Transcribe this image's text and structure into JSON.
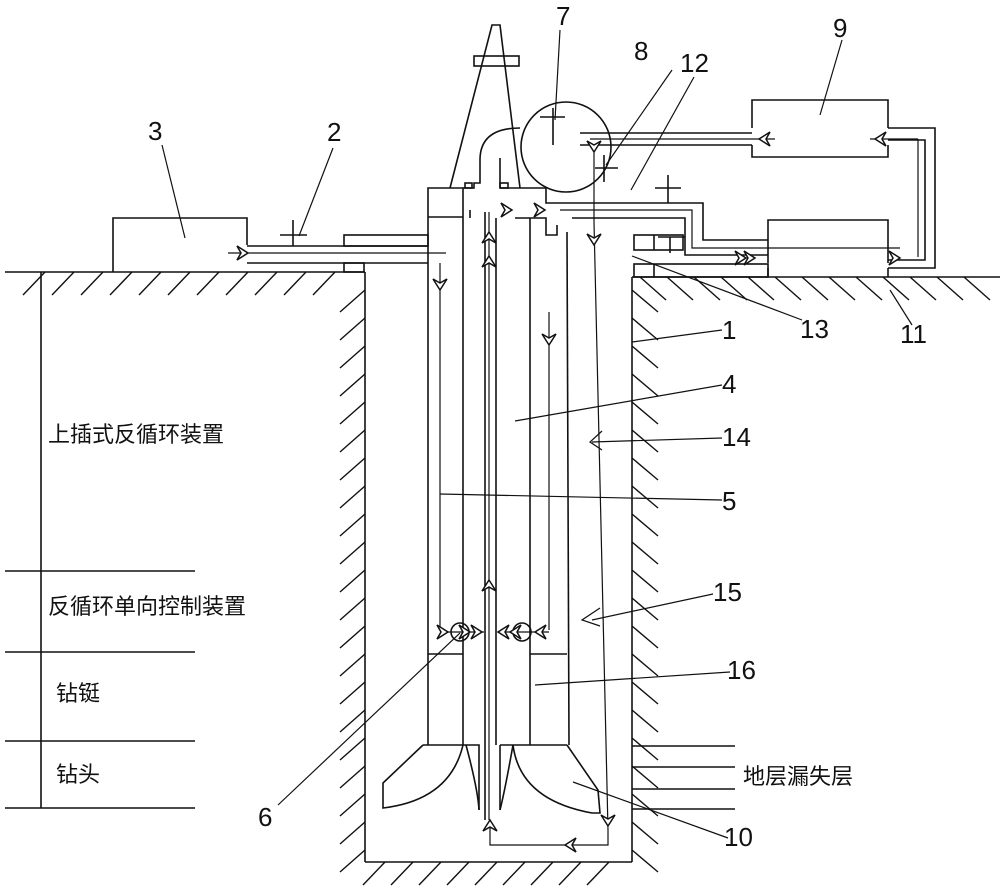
{
  "diagram": {
    "type": "reverse-circulation-drilling-system-schematic",
    "line_color": "#111111",
    "background": "#ffffff",
    "part_numbers": {
      "p1": "1",
      "p2": "2",
      "p3": "3",
      "p4": "4",
      "p5": "5",
      "p6": "6",
      "p7": "7",
      "p8": "8",
      "p9": "9",
      "p10": "10",
      "p11": "11",
      "p12": "12",
      "p13": "13",
      "p14": "14",
      "p15": "15",
      "p16": "16"
    },
    "section_labels": {
      "upper_insert_device": "上插式反循环装置",
      "one_way_control_device": "反循环单向控制装置",
      "drill_string": "钻铤",
      "drill_bit": "钻头"
    },
    "formation_label": "地层漏失层"
  }
}
